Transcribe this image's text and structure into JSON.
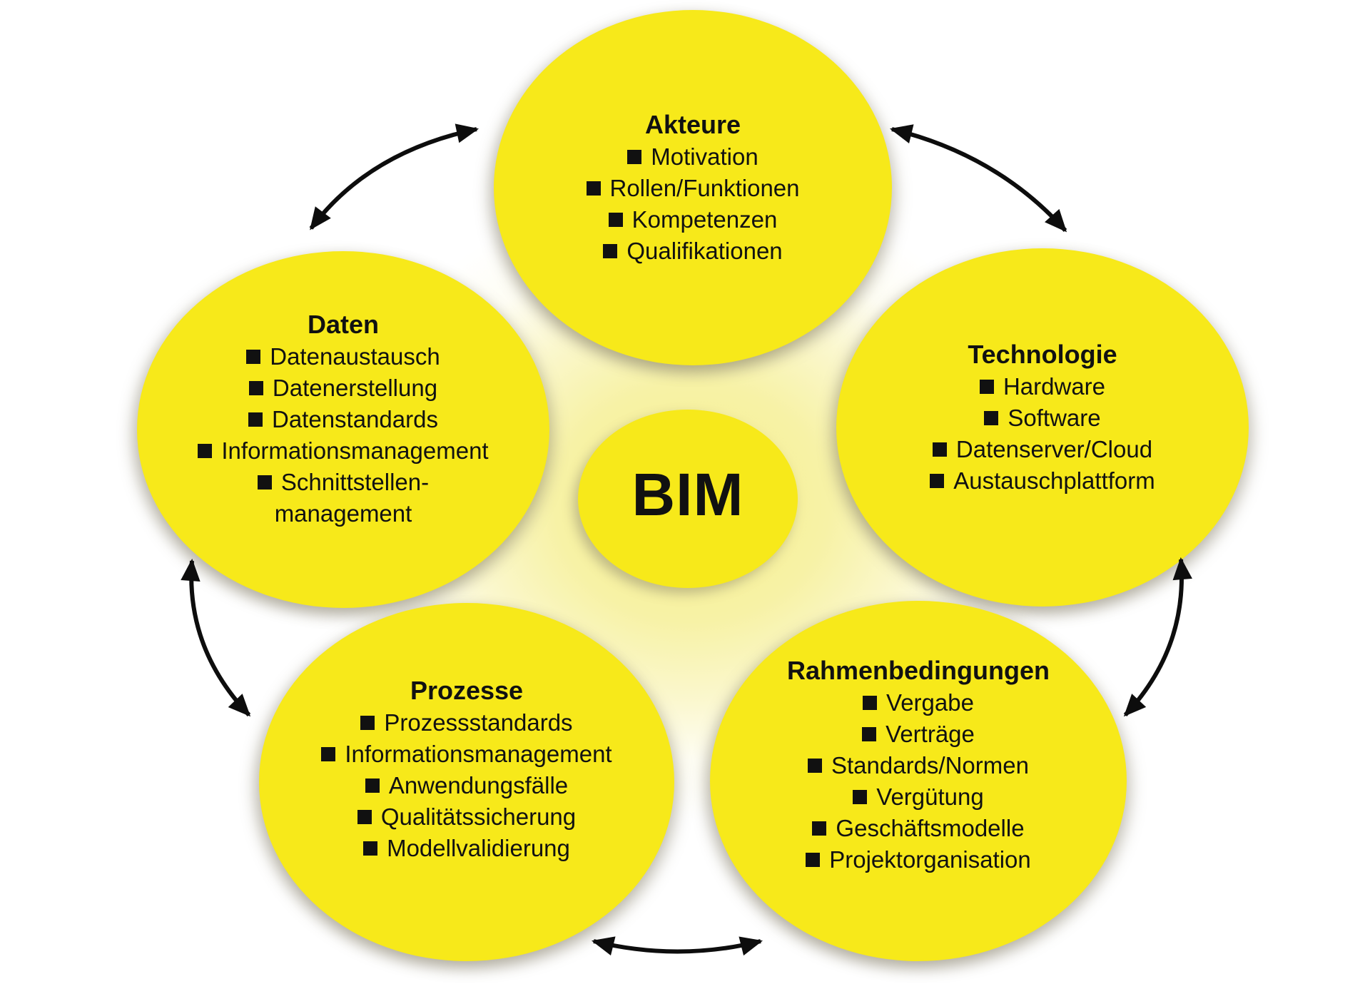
{
  "diagram": {
    "center_label": "BIM",
    "circles": {
      "akteure": {
        "title": "Akteure",
        "items": [
          "Motivation",
          "Rollen/Funktionen",
          "Kompetenzen",
          "Qualifikationen"
        ]
      },
      "daten": {
        "title": "Daten",
        "items": [
          "Datenaustausch",
          "Datenerstellung",
          "Datenstandards",
          "Informationsmanagement",
          "Schnittstellen-",
          "management"
        ]
      },
      "technologie": {
        "title": "Technologie",
        "items": [
          "Hardware",
          "Software",
          "Datenserver/Cloud",
          "Austauschplattform"
        ]
      },
      "prozesse": {
        "title": "Prozesse",
        "items": [
          "Prozessstandards",
          "Informationsmanagement",
          "Anwendungsfälle",
          "Qualitätssicherung",
          "Modellvalidierung"
        ]
      },
      "rahmenbedingungen": {
        "title": "Rahmenbedingungen",
        "items": [
          "Vergabe",
          "Verträge",
          "Standards/Normen",
          "Vergütung",
          "Geschäftsmodelle",
          "Projektorganisation"
        ]
      }
    },
    "colors": {
      "circle_fill": "#F7E91A",
      "center_glow": "#F5EE8E",
      "text": "#111111",
      "arrow": "#0D0D0D",
      "background": "#FFFFFF"
    }
  }
}
